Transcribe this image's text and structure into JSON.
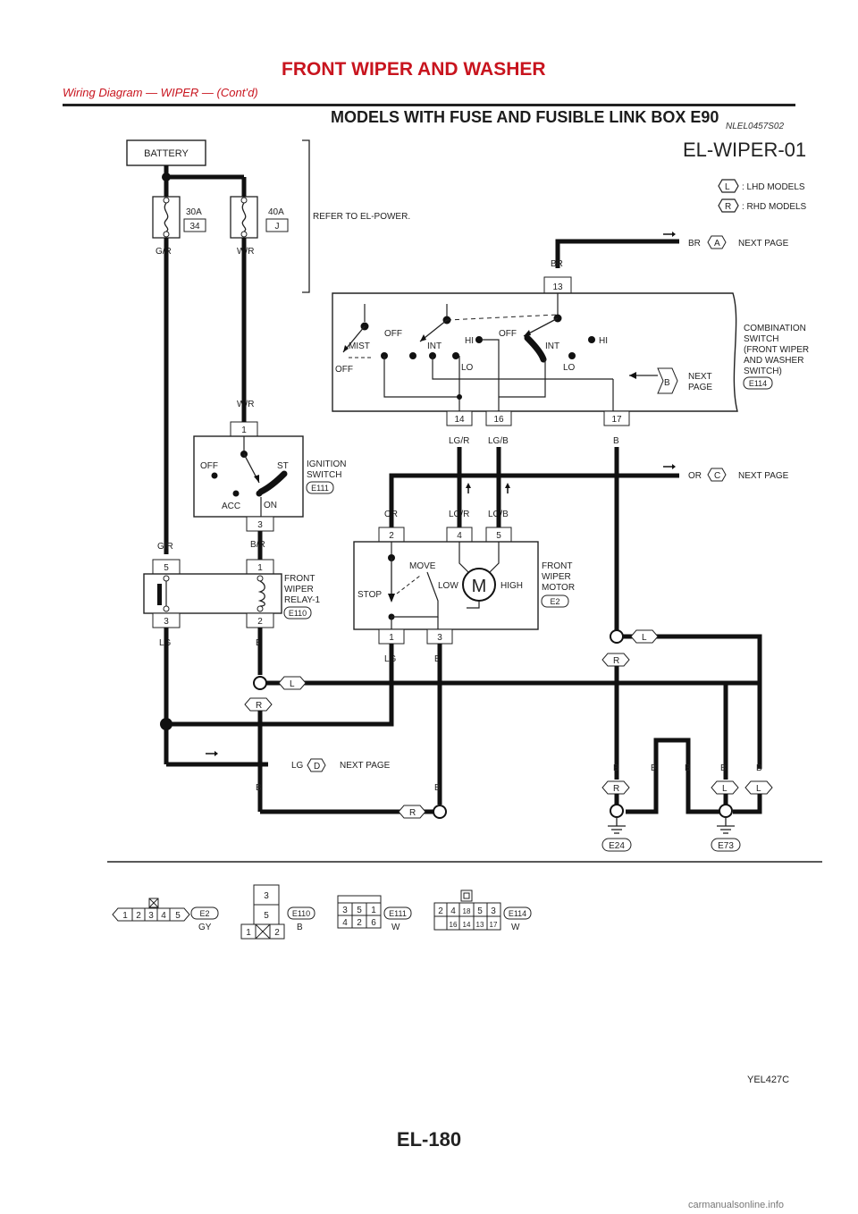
{
  "header": {
    "title": "FRONT WIPER AND WASHER",
    "subtitle": "Wiring Diagram — WIPER — (Cont’d)",
    "section": "MODELS WITH FUSE AND FUSIBLE LINK BOX E90",
    "section_code": "NLEL0457S02",
    "diagram_id": "EL-WIPER-01"
  },
  "legend": [
    {
      "symbol": "L",
      "text": ": LHD MODELS"
    },
    {
      "symbol": "R",
      "text": ": RHD MODELS"
    }
  ],
  "components": {
    "battery": "BATTERY",
    "fuse1": {
      "rating": "30A",
      "number": "34"
    },
    "fuse2": {
      "rating": "40A",
      "number": "J"
    },
    "refer": "REFER TO EL-POWER.",
    "combination_switch": [
      "COMBINATION",
      "SWITCH",
      "(FRONT WIPER",
      "AND WASHER",
      "SWITCH)"
    ],
    "combination_switch_conn": "E114",
    "ignition_switch": [
      "IGNITION",
      "SWITCH"
    ],
    "ignition_switch_conn": "E111",
    "relay": [
      "FRONT",
      "WIPER",
      "RELAY-1"
    ],
    "relay_conn": "E110",
    "motor": [
      "FRONT",
      "WIPER",
      "MOTOR"
    ],
    "motor_conn": "E2",
    "motor_symbol": "M"
  },
  "switch_labels": {
    "wiper": [
      "OFF",
      "MIST",
      "OFF",
      "INT",
      "HI",
      "LO",
      "OFF",
      "INT",
      "HI",
      "LO"
    ],
    "ignition": [
      "OFF",
      "ST",
      "ACC",
      "ON"
    ],
    "motor": [
      "MOVE",
      "STOP",
      "LOW",
      "HIGH"
    ]
  },
  "pins": {
    "comb_13": "13",
    "comb_14": "14",
    "comb_16": "16",
    "comb_17": "17",
    "ign_1": "1",
    "ign_3": "3",
    "relay_5": "5",
    "relay_1": "1",
    "relay_3": "3",
    "relay_2": "2",
    "motor_2": "2",
    "motor_4": "4",
    "motor_5": "5",
    "motor_1": "1",
    "motor_3": "3"
  },
  "wires": {
    "gr": "G/R",
    "wr": "W/R",
    "br": "BR",
    "lgr": "LG/R",
    "lgb": "LG/B",
    "b": "B",
    "or": "OR",
    "bpr": "B/R",
    "lg": "LG"
  },
  "offpage": [
    {
      "wire": "BR",
      "tag": "A",
      "text": "NEXT PAGE"
    },
    {
      "wire": "OR",
      "tag": "C",
      "text": "NEXT PAGE"
    },
    {
      "wire": "LG",
      "tag": "D",
      "text": "NEXT PAGE"
    }
  ],
  "next_page_b": {
    "tag": "B",
    "lines": [
      "NEXT",
      "PAGE"
    ]
  },
  "grounds": [
    "E24",
    "E73"
  ],
  "bottom_tags": {
    "l": "L",
    "r": "R"
  },
  "connectors": [
    {
      "id": "E2",
      "color": "GY",
      "pins": [
        "1",
        "2",
        "3",
        "4",
        "5"
      ]
    },
    {
      "id": "E110",
      "color": "B",
      "pins": [
        "3",
        "5",
        "1",
        "2"
      ]
    },
    {
      "id": "E111",
      "color": "W",
      "pins": [
        "3",
        "5",
        "1",
        "4",
        "2",
        "6"
      ]
    },
    {
      "id": "E114",
      "color": "W",
      "pins": [
        "2",
        "4",
        "18",
        "5",
        "3",
        "16",
        "14",
        "13",
        "17"
      ]
    }
  ],
  "figure_code": "YEL427C",
  "page_number": "EL-180",
  "watermark": "carmanualsonline.info"
}
